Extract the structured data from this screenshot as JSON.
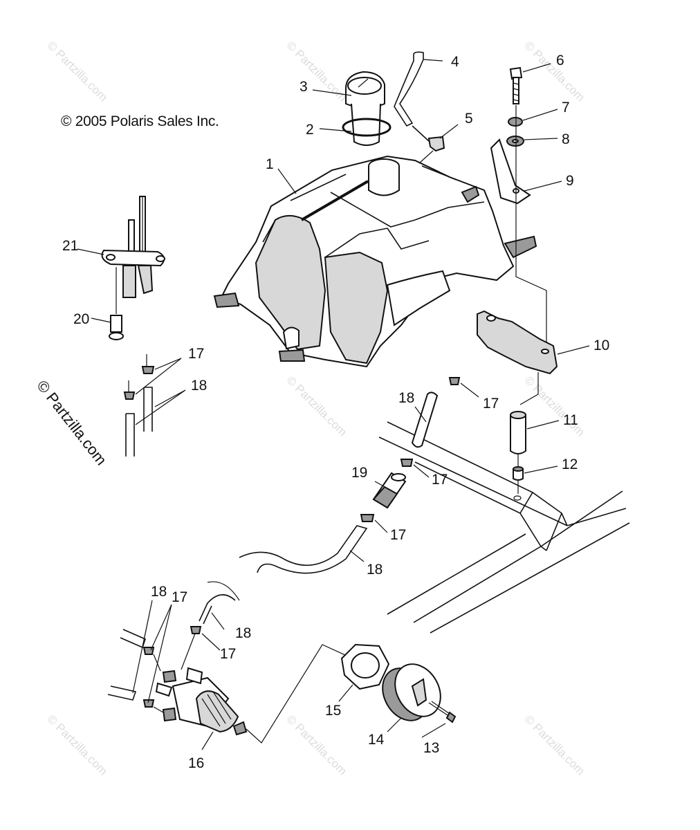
{
  "copyright": "© 2005 Polaris Sales Inc.",
  "watermark": "© Partzilla.com",
  "callouts": [
    {
      "id": "tank",
      "num": "1"
    },
    {
      "id": "ring",
      "num": "2"
    },
    {
      "id": "cap",
      "num": "3"
    },
    {
      "id": "vent-hose",
      "num": "4"
    },
    {
      "id": "elbow-fitting",
      "num": "5"
    },
    {
      "id": "bolt",
      "num": "6"
    },
    {
      "id": "washer",
      "num": "7"
    },
    {
      "id": "grommet",
      "num": "8"
    },
    {
      "id": "bracket",
      "num": "9"
    },
    {
      "id": "pad",
      "num": "10"
    },
    {
      "id": "spacer",
      "num": "11"
    },
    {
      "id": "bushing",
      "num": "12"
    },
    {
      "id": "screw",
      "num": "13"
    },
    {
      "id": "knob",
      "num": "14"
    },
    {
      "id": "nut",
      "num": "15"
    },
    {
      "id": "fuel-valve",
      "num": "16"
    },
    {
      "id": "clamp-a",
      "num": "17"
    },
    {
      "id": "clamp-b",
      "num": "17"
    },
    {
      "id": "clamp-c",
      "num": "17"
    },
    {
      "id": "clamp-d",
      "num": "17"
    },
    {
      "id": "clamp-e",
      "num": "17"
    },
    {
      "id": "clamp-f",
      "num": "17"
    },
    {
      "id": "hose-a",
      "num": "18"
    },
    {
      "id": "hose-b",
      "num": "18"
    },
    {
      "id": "hose-c",
      "num": "18"
    },
    {
      "id": "hose-d",
      "num": "18"
    },
    {
      "id": "hose-e",
      "num": "18"
    },
    {
      "id": "filter",
      "num": "19"
    },
    {
      "id": "sender-screw",
      "num": "20"
    },
    {
      "id": "fuel-pickup",
      "num": "21"
    }
  ]
}
